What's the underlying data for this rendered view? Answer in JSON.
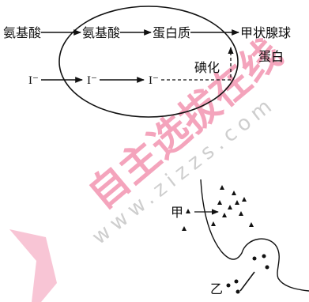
{
  "diagram": {
    "top": {
      "amino_acid_outside": "氨基酸",
      "amino_acid_inside": "氨基酸",
      "protein": "蛋白质",
      "product_line1": "甲状腺球",
      "product_line2": "蛋白",
      "iodide_1": "I⁻",
      "iodide_2": "I⁻",
      "iodide_3": "I⁻",
      "iodination": "碘化"
    },
    "bottom": {
      "label_jia": "甲",
      "label_yi": "乙"
    }
  },
  "watermark": {
    "text": "自主选拔在线",
    "url": "www.zizzs.com",
    "color": "#ec5a86",
    "url_color": "#c9c9c9"
  },
  "colors": {
    "line": "#111111"
  }
}
